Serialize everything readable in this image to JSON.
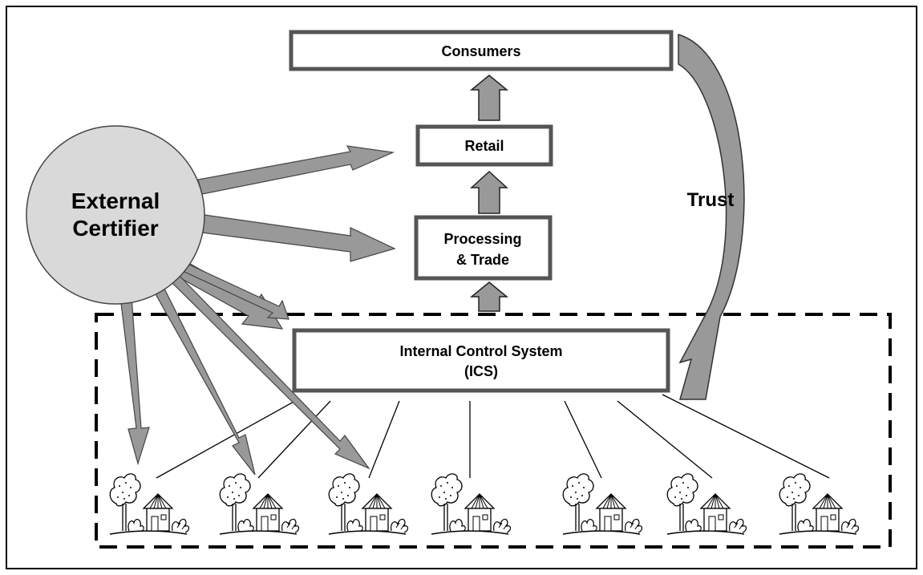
{
  "nodes": {
    "consumers": "Consumers",
    "retail": "Retail",
    "processing_line1": "Processing",
    "processing_line2": "& Trade",
    "ics_line1": "Internal Control System",
    "ics_line2": "(ICS)",
    "certifier_line1": "External",
    "certifier_line2": "Certifier",
    "trust": "Trust"
  },
  "farms": {
    "count": 7,
    "icon": "farm-house-tree-icon"
  },
  "colors": {
    "arrow_fill": "#999999",
    "arrow_stroke": "#444444",
    "box_border": "#555555",
    "certifier_fill": "#d9d9d9",
    "dashed_border": "#000000"
  }
}
